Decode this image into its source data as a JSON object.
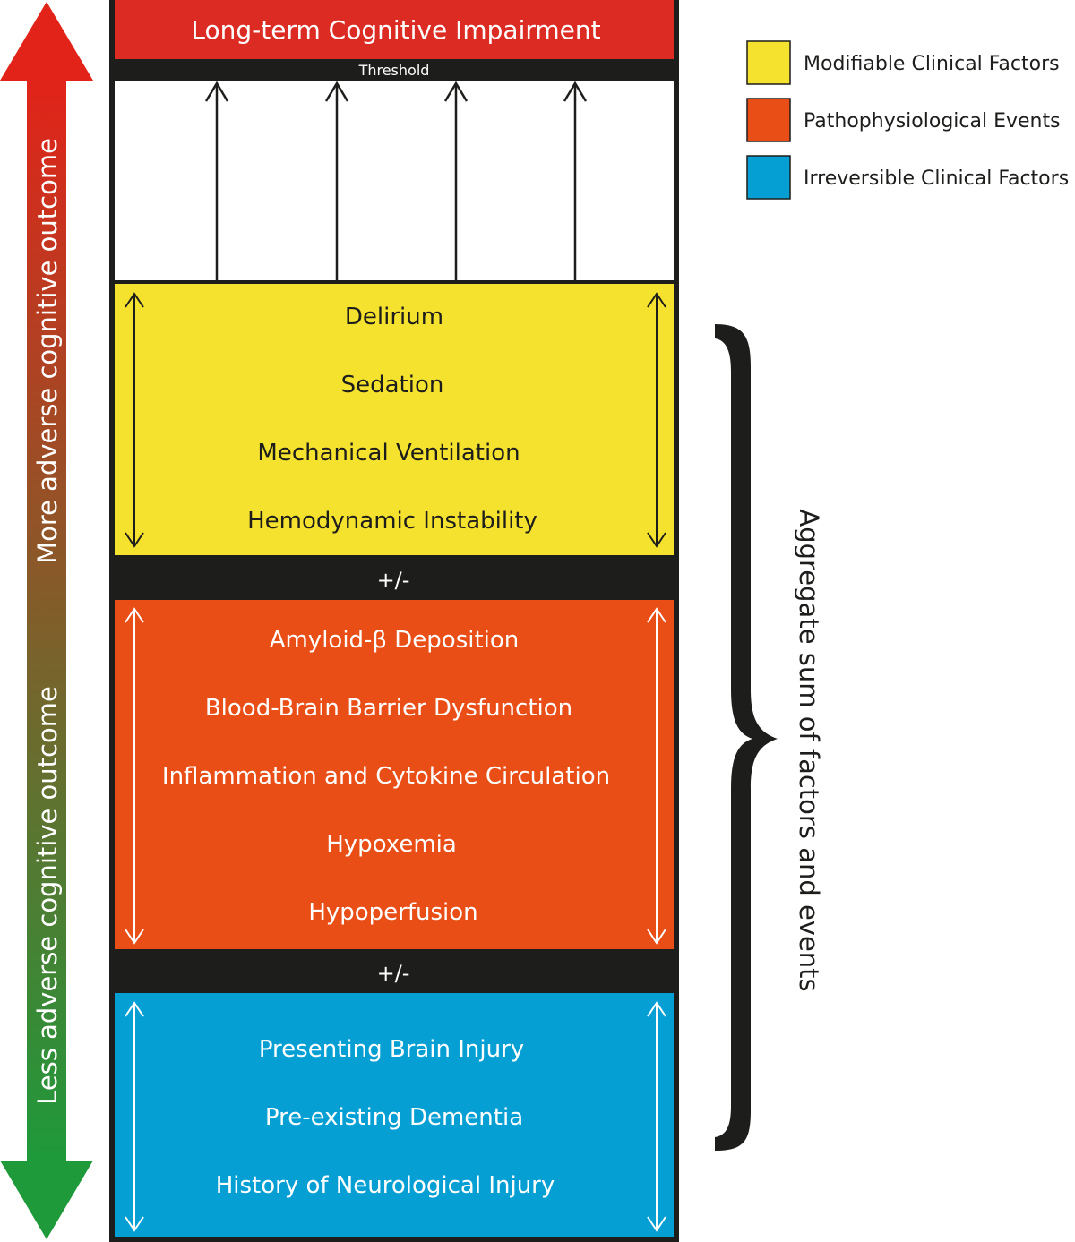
{
  "outcome": {
    "title": "Long-term Cognitive Impairment",
    "threshold": "Threshold"
  },
  "axis": {
    "more": "More adverse cognitive outcome",
    "less": "Less adverse cognitive outcome"
  },
  "legend": [
    {
      "label": "Modifiable Clinical Factors",
      "color": "#f5e22e"
    },
    {
      "label": "Pathophysiological Events",
      "color": "#e94e17"
    },
    {
      "label": "Irreversible Clinical Factors",
      "color": "#059fd4"
    }
  ],
  "blocks": {
    "modifiable": {
      "color": "#f5e22e",
      "items": [
        "Delirium",
        "Sedation",
        "Mechanical Ventilation",
        "Hemodynamic Instability"
      ]
    },
    "pathophysiological": {
      "color": "#e94e17",
      "items": [
        "Amyloid-β Deposition",
        "Blood-Brain Barrier Dysfunction",
        "Inflammation and Cytokine Circulation",
        "Hypoxemia",
        "Hypoperfusion"
      ]
    },
    "irreversible": {
      "color": "#059fd4",
      "items": [
        "Presenting Brain Injury",
        "Pre-existing Dementia",
        "History of Neurological Injury"
      ]
    }
  },
  "separators": [
    "+/-",
    "+/-"
  ],
  "brace_label": "Aggregate sum of factors and events",
  "colors": {
    "impairment_bar": "#dc2b23",
    "frame": "#1d1d1b",
    "gradient_top": "#e2231a",
    "gradient_bottom": "#1e9a3b"
  }
}
